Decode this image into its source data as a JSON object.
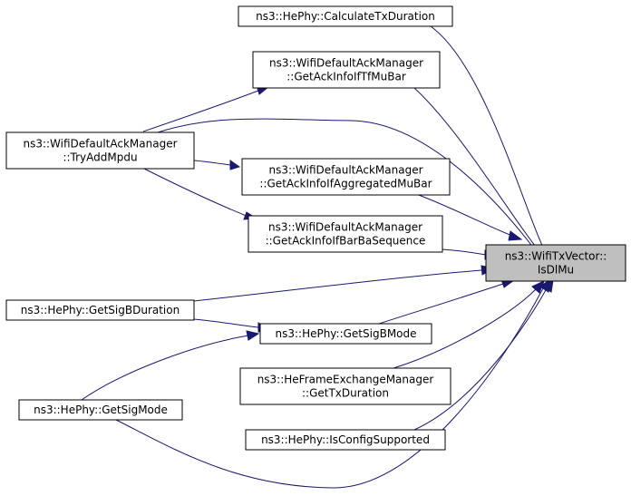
{
  "graph": {
    "target": {
      "id": "target",
      "lines": [
        "ns3::WifiTxVector::",
        "IsDlMu"
      ]
    },
    "nodes": [
      {
        "id": "calcTx",
        "lines": [
          "ns3::HePhy::CalculateTxDuration"
        ]
      },
      {
        "id": "ackTf",
        "lines": [
          "ns3::WifiDefaultAckManager",
          "::GetAckInfoIfTfMuBar"
        ]
      },
      {
        "id": "tryAdd",
        "lines": [
          "ns3::WifiDefaultAckManager",
          "::TryAddMpdu"
        ]
      },
      {
        "id": "ackAgg",
        "lines": [
          "ns3::WifiDefaultAckManager",
          "::GetAckInfoIfAggregatedMuBar"
        ]
      },
      {
        "id": "ackBar",
        "lines": [
          "ns3::WifiDefaultAckManager",
          "::GetAckInfoIfBarBaSequence"
        ]
      },
      {
        "id": "sigBDur",
        "lines": [
          "ns3::HePhy::GetSigBDuration"
        ]
      },
      {
        "id": "sigBMode",
        "lines": [
          "ns3::HePhy::GetSigBMode"
        ]
      },
      {
        "id": "feTx",
        "lines": [
          "ns3::HeFrameExchangeManager",
          "::GetTxDuration"
        ]
      },
      {
        "id": "sigMode",
        "lines": [
          "ns3::HePhy::GetSigMode"
        ]
      },
      {
        "id": "cfgSup",
        "lines": [
          "ns3::HePhy::IsConfigSupported"
        ]
      }
    ],
    "edges": [
      {
        "from": "calcTx",
        "to": "target"
      },
      {
        "from": "ackTf",
        "to": "target"
      },
      {
        "from": "tryAdd",
        "to": "target"
      },
      {
        "from": "tryAdd",
        "to": "ackTf"
      },
      {
        "from": "tryAdd",
        "to": "ackAgg"
      },
      {
        "from": "tryAdd",
        "to": "ackBar"
      },
      {
        "from": "ackAgg",
        "to": "target"
      },
      {
        "from": "ackBar",
        "to": "target"
      },
      {
        "from": "sigBDur",
        "to": "target"
      },
      {
        "from": "sigBDur",
        "to": "sigBMode"
      },
      {
        "from": "sigBMode",
        "to": "target"
      },
      {
        "from": "sigMode",
        "to": "sigBMode"
      },
      {
        "from": "sigMode",
        "to": "target"
      },
      {
        "from": "feTx",
        "to": "target"
      },
      {
        "from": "cfgSup",
        "to": "target"
      }
    ]
  }
}
